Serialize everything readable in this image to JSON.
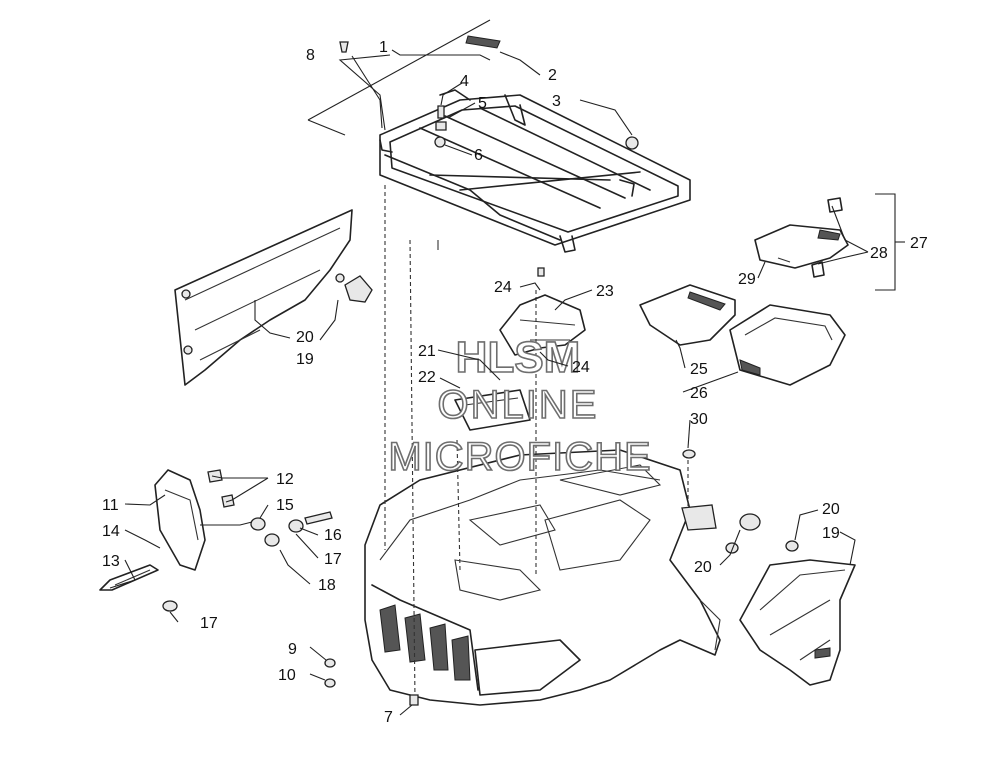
{
  "watermark": {
    "line1": "HLSM",
    "line2": "ONLINE",
    "line3": "MICROFICHE"
  },
  "callouts": [
    {
      "id": "c1",
      "text": "1"
    },
    {
      "id": "c2",
      "text": "2"
    },
    {
      "id": "c3",
      "text": "3"
    },
    {
      "id": "c4",
      "text": "4"
    },
    {
      "id": "c5",
      "text": "5"
    },
    {
      "id": "c6",
      "text": "6"
    },
    {
      "id": "c7",
      "text": "7"
    },
    {
      "id": "c8",
      "text": "8"
    },
    {
      "id": "c9",
      "text": "9"
    },
    {
      "id": "c10",
      "text": "10"
    },
    {
      "id": "c11",
      "text": "11"
    },
    {
      "id": "c12",
      "text": "12"
    },
    {
      "id": "c13",
      "text": "13"
    },
    {
      "id": "c14",
      "text": "14"
    },
    {
      "id": "c15",
      "text": "15"
    },
    {
      "id": "c16",
      "text": "16"
    },
    {
      "id": "c17a",
      "text": "17"
    },
    {
      "id": "c17b",
      "text": "17"
    },
    {
      "id": "c18",
      "text": "18"
    },
    {
      "id": "c19a",
      "text": "19"
    },
    {
      "id": "c19b",
      "text": "19"
    },
    {
      "id": "c20a",
      "text": "20"
    },
    {
      "id": "c20b",
      "text": "20"
    },
    {
      "id": "c20c",
      "text": "20"
    },
    {
      "id": "c21",
      "text": "21"
    },
    {
      "id": "c22",
      "text": "22"
    },
    {
      "id": "c23",
      "text": "23"
    },
    {
      "id": "c24a",
      "text": "24"
    },
    {
      "id": "c24b",
      "text": "24"
    },
    {
      "id": "c25",
      "text": "25"
    },
    {
      "id": "c26",
      "text": "26"
    },
    {
      "id": "c27",
      "text": "27"
    },
    {
      "id": "c28",
      "text": "28"
    },
    {
      "id": "c29",
      "text": "29"
    },
    {
      "id": "c30",
      "text": "30"
    }
  ]
}
